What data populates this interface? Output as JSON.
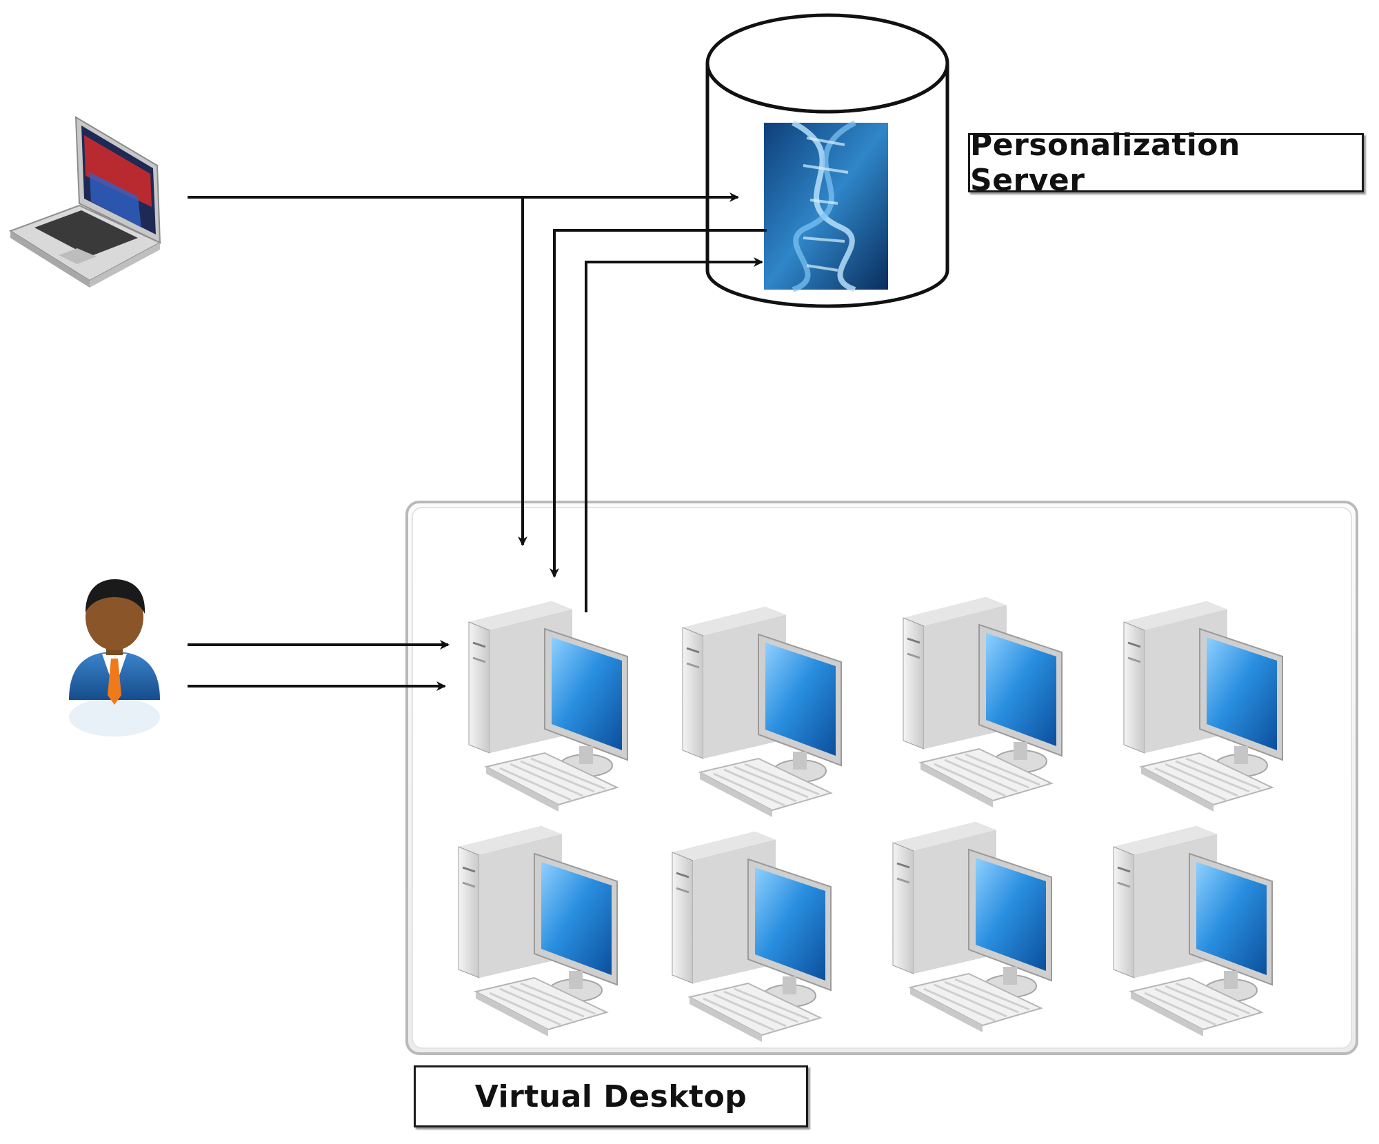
{
  "diagram": {
    "server_label": "Personalization Server",
    "pool_label": "Virtual Desktop",
    "nodes": [
      {
        "id": "laptop",
        "icon": "laptop-icon"
      },
      {
        "id": "user",
        "icon": "user-icon"
      },
      {
        "id": "server",
        "icon": "database-cylinder-icon",
        "graphic": "dna-helix-image"
      },
      {
        "id": "desktop-pool",
        "icon": "desktop-computer-icon",
        "count": 8
      }
    ],
    "connections": [
      {
        "from": "laptop",
        "to": "server"
      },
      {
        "from": "laptop",
        "to": "desktop-1"
      },
      {
        "from": "server",
        "to": "desktop-1"
      },
      {
        "from": "desktop-1",
        "to": "server"
      },
      {
        "from": "user",
        "to": "desktop-1"
      },
      {
        "from": "user",
        "to": "desktop-1"
      }
    ],
    "colors": {
      "line": "#111111",
      "screen_blue": "#1a7fd0",
      "dna_blue": "#2f86c8",
      "suit_blue": "#1f5fa8",
      "tie_orange": "#f07a1a"
    }
  }
}
